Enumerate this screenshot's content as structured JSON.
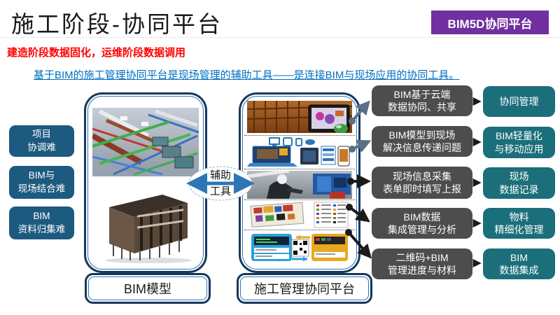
{
  "header": {
    "title": "施工阶段-协同平台",
    "badge": "BIM5D协同平台",
    "subtitle_red": "建造阶段数据固化，运维阶段数据调用",
    "subtitle_blue": "基于BIM的施工管理协同平台是现场管理的辅助工具——是连接BIM与现场应用的协同工具。"
  },
  "challenges": [
    {
      "line1": "项目",
      "line2": "协调难"
    },
    {
      "line1": "BIM与",
      "line2": "现场结合难"
    },
    {
      "line1": "BIM",
      "line2": "资料归集难"
    }
  ],
  "bim_model": {
    "label": "BIM模型",
    "images": [
      "mep-pipework-3d-render",
      "building-structure-3d-render"
    ]
  },
  "platform": {
    "label": "施工管理协同平台",
    "rows": [
      "site-photo-with-tablet",
      "multi-device-bim-apps",
      "worker-field-inspection",
      "color-coded-floor-plans",
      "qr-code-material-cards"
    ]
  },
  "helper": {
    "line1": "辅助",
    "line2": "工具"
  },
  "mappings": [
    {
      "feature1": "BIM基于云端",
      "feature2": "数据协同、共享",
      "benefit1": "协同管理",
      "benefit2": ""
    },
    {
      "feature1": "BIM模型到现场",
      "feature2": "解决信息传递问题",
      "benefit1": "BIM轻量化",
      "benefit2": "与移动应用"
    },
    {
      "feature1": "现场信息采集",
      "feature2": "表单即时填写上报",
      "benefit1": "现场",
      "benefit2": "数据记录"
    },
    {
      "feature1": "BIM数据",
      "feature2": "集成管理与分析",
      "benefit1": "物料",
      "benefit2": "精细化管理"
    },
    {
      "feature1": "二维码+BIM",
      "feature2": "管理进度与材料",
      "benefit1": "BIM",
      "benefit2": "数据集成"
    }
  ],
  "colors": {
    "badge_bg": "#7030A0",
    "subtitle_red": "#FF0000",
    "subtitle_blue": "#0070C0",
    "challenge_bg": "#1D5A80",
    "feature_bg": "#4D4D4D",
    "benefit_bg": "#1B6F7A",
    "box_border_outer": "#17375E",
    "box_border_inner": "#2E74B5",
    "helper_arrow": "#2E75B6",
    "connector_slate": "#5A7086",
    "connector_black": "#1A1A1A"
  }
}
